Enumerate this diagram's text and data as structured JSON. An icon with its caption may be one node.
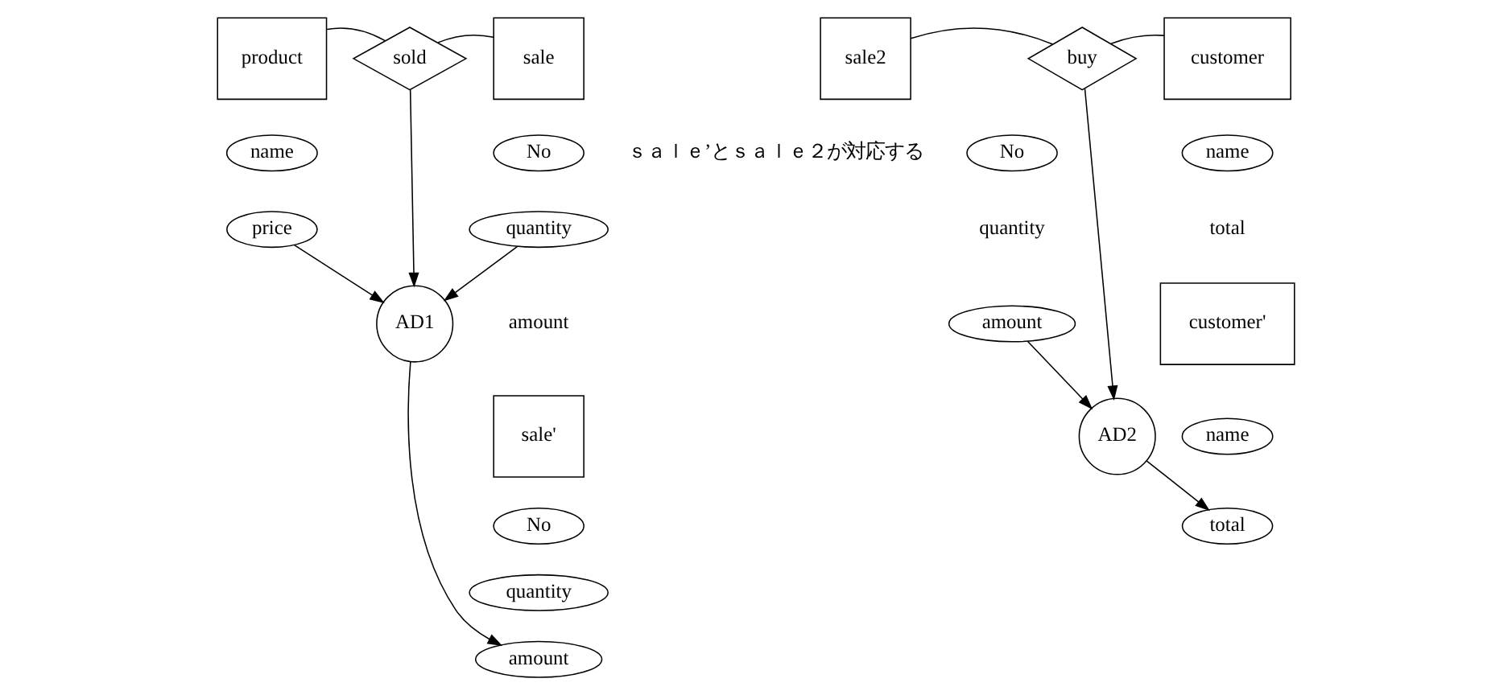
{
  "diagram": {
    "nodes": [
      {
        "text": [
          "product"
        ]
      },
      {
        "text": [
          "sold"
        ]
      },
      {
        "text": [
          "sale"
        ]
      },
      {
        "text": [
          "name"
        ]
      },
      {
        "text": [
          "price"
        ]
      },
      {
        "text": [
          "No"
        ]
      },
      {
        "text": [
          "quantity"
        ]
      },
      {
        "text": [
          "AD1"
        ]
      },
      {
        "text": [
          "sale'"
        ]
      },
      {
        "text": [
          "No"
        ]
      },
      {
        "text": [
          "quantity"
        ]
      },
      {
        "text": [
          "amount"
        ]
      },
      {
        "text": [
          "sale2"
        ]
      },
      {
        "text": [
          "buy"
        ]
      },
      {
        "text": [
          "customer"
        ]
      },
      {
        "text": [
          "No"
        ]
      },
      {
        "text": [
          "amount"
        ]
      },
      {
        "text": [
          "AD2"
        ]
      },
      {
        "text": [
          "name"
        ]
      },
      {
        "text": [
          "customer'"
        ]
      },
      {
        "text": [
          "name"
        ]
      },
      {
        "text": [
          "total"
        ]
      }
    ],
    "edges": [
      {
        "from": 0,
        "to": 1,
        "arrow": "none"
      },
      {
        "from": 1,
        "to": 2,
        "arrow": "none"
      },
      {
        "from": 1,
        "to": 7,
        "arrow": "to"
      },
      {
        "from": 4,
        "to": 7,
        "arrow": "to"
      },
      {
        "from": 6,
        "to": 7,
        "arrow": "to"
      },
      {
        "from": 7,
        "to": 11,
        "arrow": "to"
      },
      {
        "from": 12,
        "to": 13,
        "arrow": "none"
      },
      {
        "from": 13,
        "to": 14,
        "arrow": "none"
      },
      {
        "from": 13,
        "to": 17,
        "arrow": "to"
      },
      {
        "from": 16,
        "to": 17,
        "arrow": "to"
      },
      {
        "from": 17,
        "to": 21,
        "arrow": "to"
      }
    ],
    "labels": [
      "amount",
      "quantity",
      "total",
      "ｓａｌｅ’とｓａｌｅ２が対応する"
    ]
  }
}
